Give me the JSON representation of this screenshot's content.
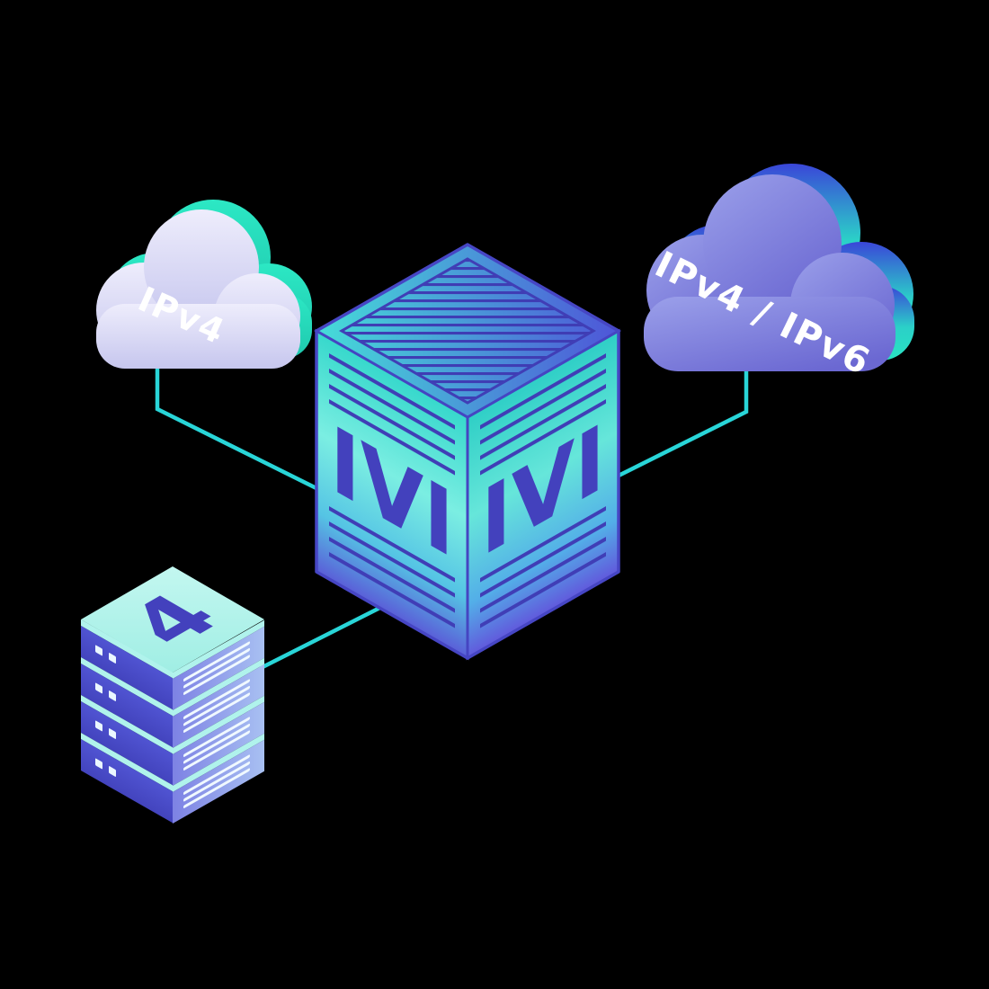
{
  "title": "IVI IPv4/IPv6 network translation illustration",
  "clouds": {
    "left": {
      "label": "IPv4"
    },
    "right": {
      "label": "IPv4 / IPv6"
    }
  },
  "cube": {
    "left_face_label": "IVI",
    "right_face_label": "IVI"
  },
  "server_stack": {
    "label": "4"
  },
  "colors": {
    "background": "#000000",
    "connector": "#29d5d8",
    "letter_indigo": "#4341bd",
    "cube_border": "#4646c4",
    "teal_accent": "#2be0c2",
    "cloud_lavender": "#d9d9f4",
    "cloud_purple": "#8487dd",
    "white": "#ffffff"
  }
}
